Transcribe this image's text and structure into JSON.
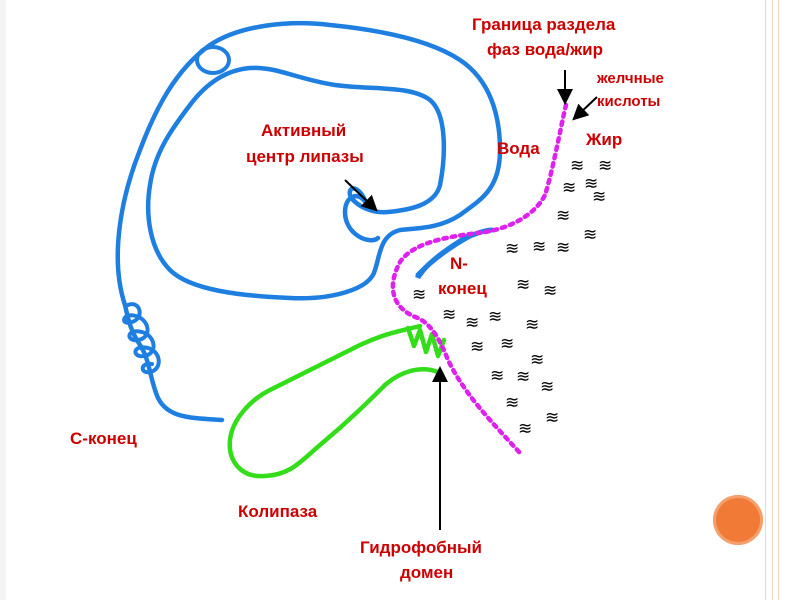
{
  "labels": {
    "interface_line1": "Граница раздела",
    "interface_line2": "фаз вода/жир",
    "bile_line1": "желчные",
    "bile_line2": "кислоты",
    "active_line1": "Активный",
    "active_line2": "центр липазы",
    "water": "Вода",
    "fat": "Жир",
    "nterm_line1": "N-",
    "nterm_line2": "конец",
    "cterm": "С-конец",
    "colipase": "Колипаза",
    "hydro_line1": "Гидрофобный",
    "hydro_line2": "домен"
  },
  "bile_glyph": "≋",
  "colors": {
    "lipase": "#1e7fe0",
    "colipase": "#33dd1a",
    "interface": "#dd22ee",
    "label": "#cc0000",
    "accent_dot": "#f07a36"
  }
}
